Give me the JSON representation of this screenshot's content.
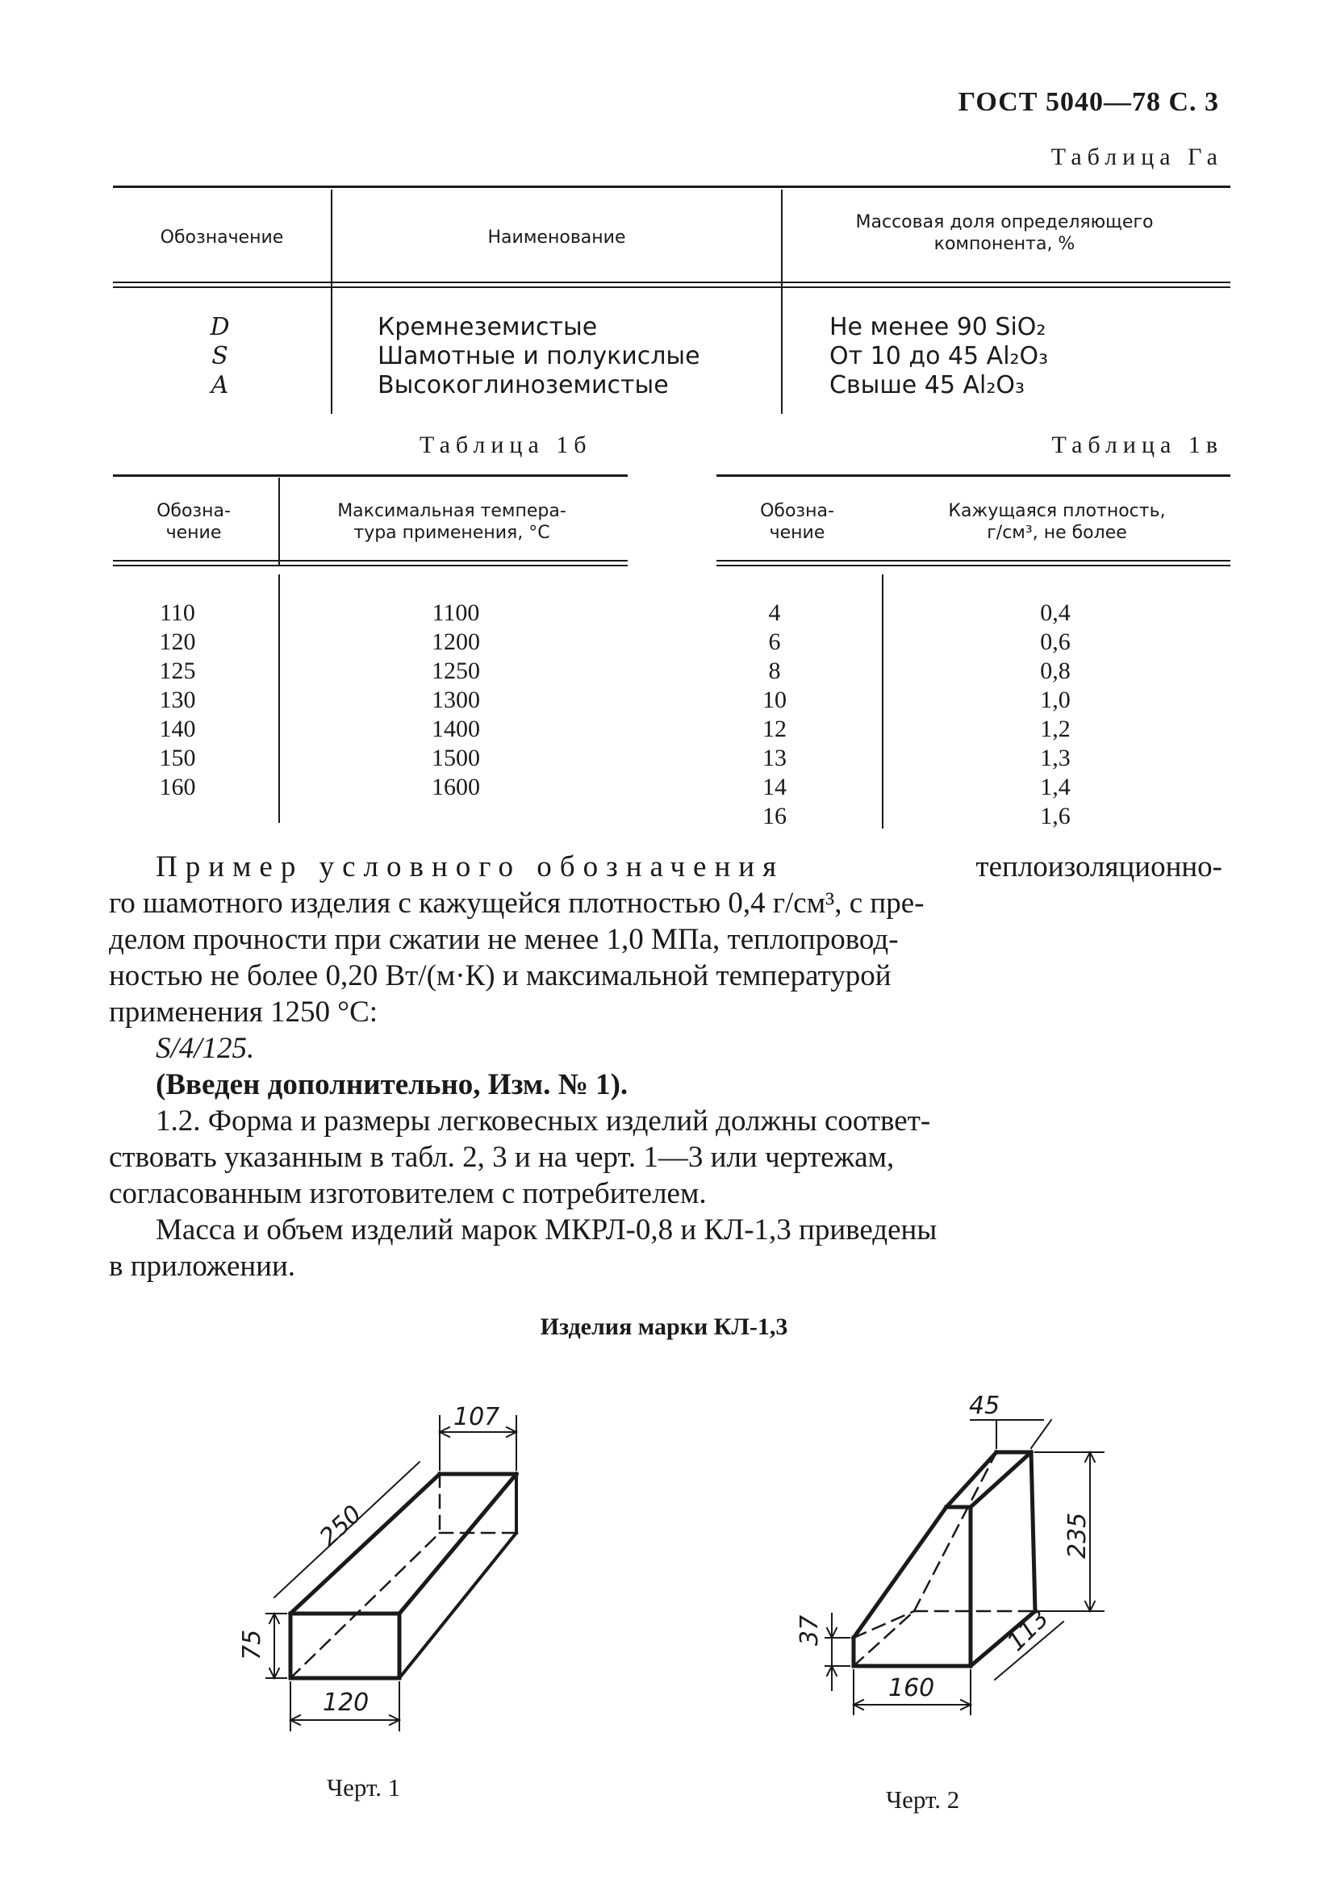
{
  "header": {
    "standard": "ГОСТ 5040—78 С. 3"
  },
  "table_a": {
    "caption": "Таблица Га",
    "columns": [
      "Обозначение",
      "Наименование",
      "Массовая доля определяющего компонента, %"
    ],
    "rows": [
      {
        "code": "D",
        "name": "Кремнеземистые",
        "share": "Не менее 90 SiO₂"
      },
      {
        "code": "S",
        "name": "Шамотные и полукислые",
        "share": "От 10 до 45 Al₂O₃"
      },
      {
        "code": "A",
        "name": "Высокоглиноземистые",
        "share": "Свыше 45 Al₂O₃"
      }
    ]
  },
  "table_b": {
    "caption": "Таблица 1б",
    "col1": [
      "Обозна-",
      "чение"
    ],
    "col2": [
      "Максимальная темпера-",
      "тура применения, °С"
    ],
    "codes": [
      "110",
      "120",
      "125",
      "130",
      "140",
      "150",
      "160"
    ],
    "temps": [
      "1100",
      "1200",
      "1250",
      "1300",
      "1400",
      "1500",
      "1600"
    ]
  },
  "table_c": {
    "caption": "Таблица 1в",
    "col1": [
      "Обозна-",
      "чение"
    ],
    "col2": [
      "Кажущаяся плотность,",
      "г/см³, не более"
    ],
    "codes": [
      "4",
      "6",
      "8",
      "10",
      "12",
      "13",
      "14",
      "16"
    ],
    "densities": [
      "0,4",
      "0,6",
      "0,8",
      "1,0",
      "1,2",
      "1,3",
      "1,4",
      "1,6"
    ]
  },
  "body": {
    "example_lead": "Пример условного обозначения",
    "example_l1_rest": "теплоизоляционно-",
    "example_l2": "го шамотного изделия с кажущейся плотностью 0,4 г/см³, с пре-",
    "example_l3": "делом прочности при сжатии не менее 1,0 МПа, теплопровод-",
    "example_l4": "ностью не более 0,20 Вт/(м·К) и максимальной температурой",
    "example_l5": "применения 1250 °С:",
    "example_code": "S/4/125.",
    "amendment": "(Введен дополнительно, Изм. № 1).",
    "p12_l1": "1.2. Форма и размеры легковесных изделий должны соответ-",
    "p12_l2": "ствовать указанным в табл. 2, 3 и на черт. 1—3 или чертежам,",
    "p12_l3": "согласованным изготовителем с потребителем.",
    "mass_l1": "Масса и объем изделий марок МКРЛ-0,8 и КЛ-1,3 приведены",
    "mass_l2": "в приложении."
  },
  "figures": {
    "heading": "Изделия марки КЛ-1,3",
    "fig1": {
      "caption": "Черт. 1",
      "dim_width": "107",
      "dim_length": "250",
      "dim_height": "75",
      "dim_base": "120"
    },
    "fig2": {
      "caption": "Черт. 2",
      "dim_top": "45",
      "dim_height": "235",
      "dim_small": "37",
      "dim_base": "160",
      "dim_depth": "113"
    }
  }
}
